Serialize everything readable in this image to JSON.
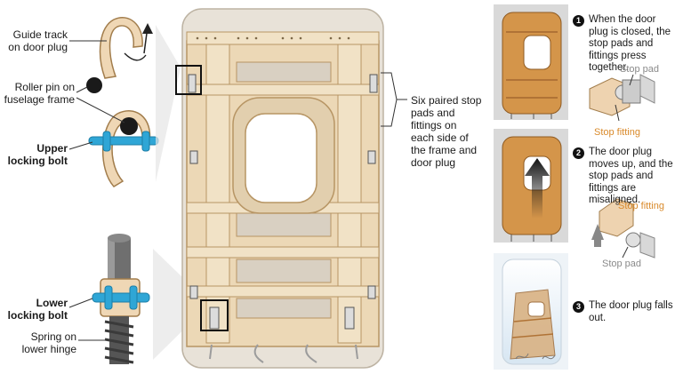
{
  "left_labels": {
    "guide_track": "Guide track on door plug",
    "roller_pin": "Roller pin on fuselage frame",
    "upper_bolt": "Upper locking bolt",
    "lower_bolt": "Lower locking bolt",
    "spring": "Spring on lower hinge"
  },
  "center_label": "Six paired stop pads and fittings on each side of the frame and door plug",
  "steps": [
    {
      "number": "1",
      "text": "When the door plug is closed, the stop pads and fittings press together."
    },
    {
      "number": "2",
      "text": "The door plug moves up, and the stop pads and fittings are misaligned."
    },
    {
      "number": "3",
      "text": "The door plug falls out."
    }
  ],
  "step_tags": {
    "s1_stop_pad": "Stop pad",
    "s1_stop_fitting": "Stop fitting",
    "s2_stop_fitting": "Stop fitting",
    "s2_stop_pad": "Stop pad"
  },
  "colors": {
    "frame_tan": "#ecd8b6",
    "frame_stroke": "#b79564",
    "panel_grey": "#e8e2d8",
    "plug_orange": "#d4954a",
    "bolt_blue": "#2fa6d6",
    "orange_text": "#d98a2b",
    "grey_text": "#8a8a8a"
  }
}
